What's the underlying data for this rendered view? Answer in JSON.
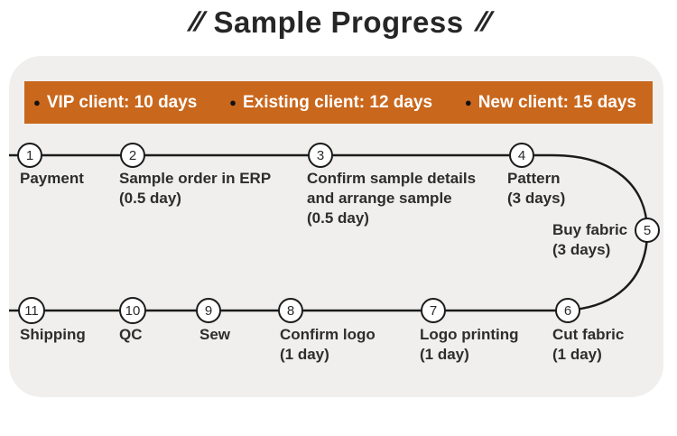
{
  "title": {
    "mark_left": "//",
    "text": "Sample Progress",
    "mark_right": "//"
  },
  "banner": {
    "bg_color": "#c9671c",
    "items": [
      {
        "bullet": "●",
        "label": "VIP client: 10 days"
      },
      {
        "bullet": "●",
        "label": "Existing client: 12 days"
      },
      {
        "bullet": "●",
        "label": "New client: 15 days"
      }
    ]
  },
  "flow": {
    "line_color": "#1b1b1b",
    "steps": [
      {
        "num": "1",
        "label": "Payment"
      },
      {
        "num": "2",
        "label": "Sample order in ERP\n(0.5 day)"
      },
      {
        "num": "3",
        "label": "Confirm sample details\nand arrange sample\n(0.5 day)"
      },
      {
        "num": "4",
        "label": "Pattern\n(3 days)"
      },
      {
        "num": "5",
        "label": "Buy fabric\n(3 days)"
      },
      {
        "num": "6",
        "label": "Cut fabric\n(1 day)"
      },
      {
        "num": "7",
        "label": "Logo printing\n(1 day)"
      },
      {
        "num": "8",
        "label": "Confirm logo\n(1 day)"
      },
      {
        "num": "9",
        "label": "Sew"
      },
      {
        "num": "10",
        "label": "QC"
      },
      {
        "num": "11",
        "label": "Shipping"
      }
    ]
  },
  "colors": {
    "panel_bg": "#f0efed",
    "banner_bg": "#c9671c",
    "line": "#1b1b1b",
    "text": "#2d2d2d"
  }
}
